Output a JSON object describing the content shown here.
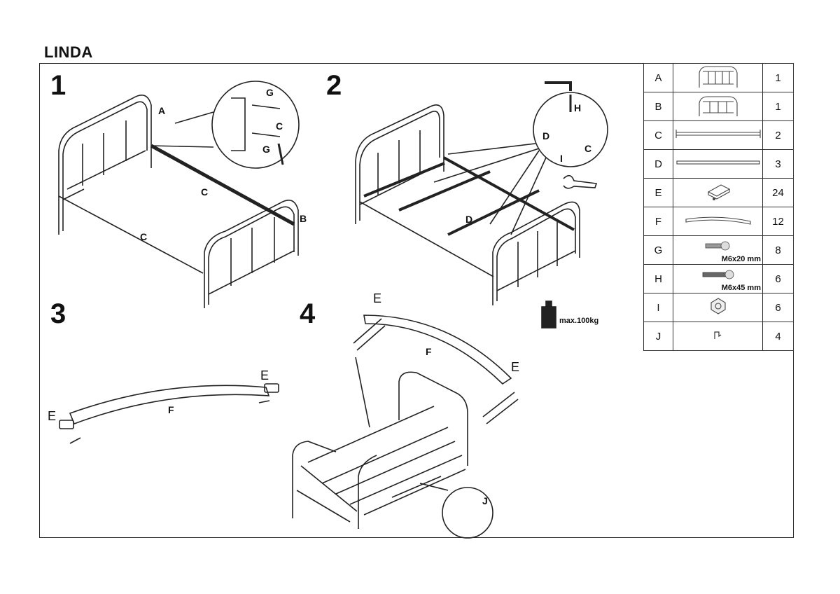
{
  "document": {
    "title": "LINDA"
  },
  "steps": [
    {
      "number": "1"
    },
    {
      "number": "2"
    },
    {
      "number": "3"
    },
    {
      "number": "4"
    }
  ],
  "labels": {
    "s1_A": "A",
    "s1_B": "B",
    "s1_C1": "C",
    "s1_C2": "C",
    "s1_G1": "G",
    "s1_G2": "G",
    "s1_C3": "C",
    "s2_H": "H",
    "s2_D1": "D",
    "s2_D2": "D",
    "s2_I": "I",
    "s2_C": "C",
    "s3_E1": "E",
    "s3_E2": "E",
    "s3_F": "F",
    "s4_E1": "E",
    "s4_E2": "E",
    "s4_F": "F",
    "s4_J": "J"
  },
  "max_load": "max.100kg",
  "parts": [
    {
      "letter": "A",
      "qty": "1",
      "icon": "headboard-icon"
    },
    {
      "letter": "B",
      "qty": "1",
      "icon": "footboard-icon"
    },
    {
      "letter": "C",
      "qty": "2",
      "icon": "side-rail-icon"
    },
    {
      "letter": "D",
      "qty": "3",
      "icon": "support-bar-icon"
    },
    {
      "letter": "E",
      "qty": "24",
      "icon": "slat-holder-icon"
    },
    {
      "letter": "F",
      "qty": "12",
      "icon": "slat-icon"
    },
    {
      "letter": "G",
      "qty": "8",
      "icon": "bolt-short-icon",
      "spec": "M6x20 mm"
    },
    {
      "letter": "H",
      "qty": "6",
      "icon": "bolt-long-icon",
      "spec": "M6x45 mm"
    },
    {
      "letter": "I",
      "qty": "6",
      "icon": "nut-icon"
    },
    {
      "letter": "J",
      "qty": "4",
      "icon": "clip-icon"
    }
  ]
}
